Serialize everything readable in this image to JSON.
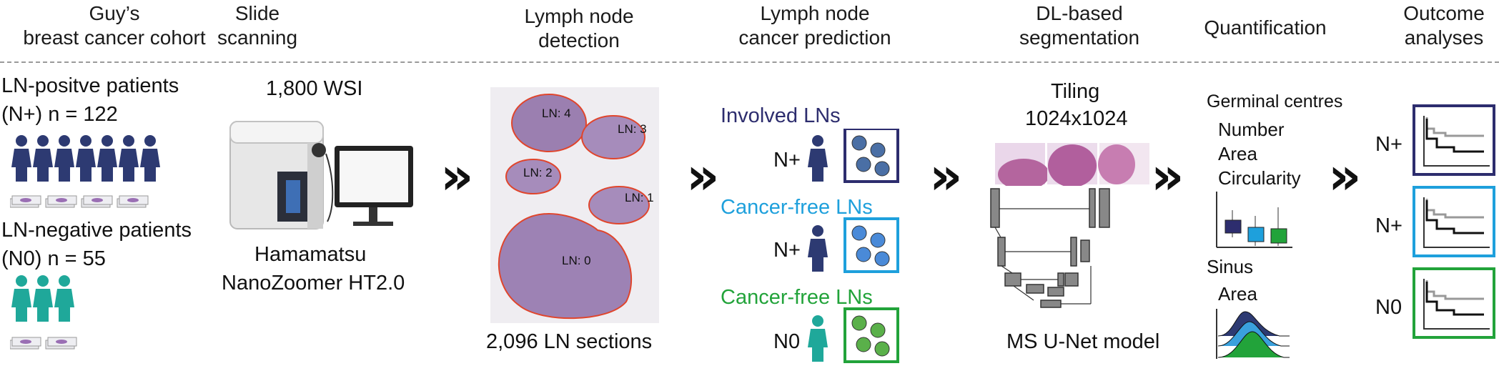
{
  "headers": [
    {
      "line1": "Guy’s",
      "line2": "breast cancer cohort"
    },
    {
      "line1": "Slide",
      "line2": "scanning"
    },
    {
      "line1": "Lymph node",
      "line2": "detection"
    },
    {
      "line1": "Lymph node",
      "line2": "cancer prediction"
    },
    {
      "line1": "DL-based",
      "line2": "segmentation"
    },
    {
      "line1": "Quantification",
      "line2": ""
    },
    {
      "line1": "Outcome",
      "line2": "analyses"
    }
  ],
  "cohort": {
    "pos_label": "LN-positve patients",
    "pos_count": "(N+) n = 122",
    "neg_label": "LN-negative patients",
    "neg_count": "(N0) n = 55",
    "pos_color": "#2d3a72",
    "neg_color": "#1fa89a"
  },
  "scanning": {
    "wsi": "1,800 WSI",
    "scanner_line1": "Hamamatsu",
    "scanner_line2": "NanoZoomer HT2.0"
  },
  "detection": {
    "labels": [
      "LN: 4",
      "LN: 3",
      "LN: 2",
      "LN: 1",
      "LN: 0"
    ],
    "caption": "2,096 LN sections"
  },
  "prediction": {
    "rows": [
      {
        "title": "Involved LNs",
        "tag": "N+",
        "color": "#2d2d6e"
      },
      {
        "title": "Cancer-free LNs",
        "tag": "N+",
        "color": "#1ea0dc"
      },
      {
        "title": "Cancer-free LNs",
        "tag": "N0",
        "color": "#22a33a"
      }
    ]
  },
  "segmentation": {
    "tiling_line1": "Tiling",
    "tiling_line2": "1024x1024",
    "model": "MS U-Net model"
  },
  "quant": {
    "gc_title": "Germinal centres",
    "gc_items": [
      "Number",
      "Area",
      "Circularity"
    ],
    "sinus_title": "Sinus",
    "sinus_items": [
      "Area"
    ]
  },
  "outcome": {
    "labels": [
      "N+",
      "N+",
      "N0"
    ],
    "box_colors": [
      "#2d2d6e",
      "#1ea0dc",
      "#22a33a"
    ]
  }
}
